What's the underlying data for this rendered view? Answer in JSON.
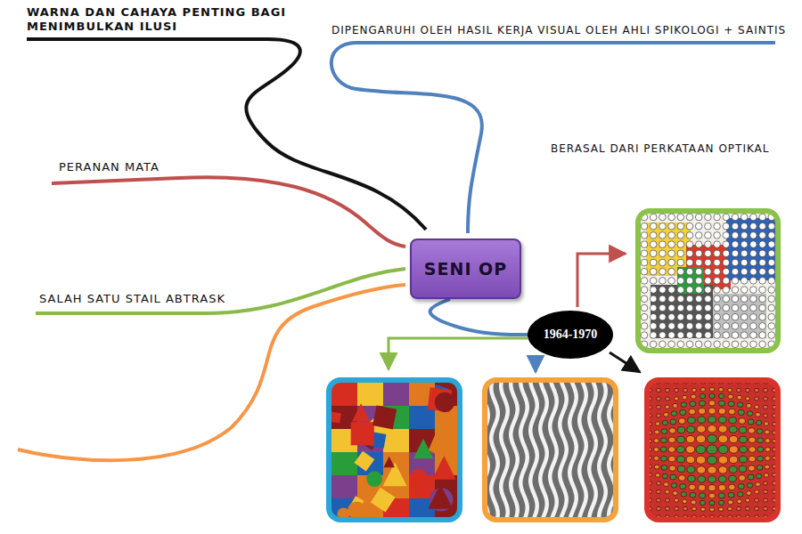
{
  "diagram": {
    "nodes": [
      {
        "text": [
          "SENI OP"
        ]
      },
      {
        "text": [
          "1964-1970"
        ]
      }
    ],
    "edges": [
      {
        "from": 0,
        "to": 1,
        "arrow": "none"
      }
    ],
    "labels": [
      "WARNA DAN CAHAYA PENTING BAGI MENIMBULKAN ILUSI",
      "DIPENGARUHI OLEH HASIL KERJA VISUAL OLEH AHLI SPIKOLOGI + SAINTIS",
      "BERASAL DARI PERKATAAN OPTIKAL",
      "PERANAN MATA",
      "SALAH SATU STAIL ABTRASK"
    ]
  }
}
